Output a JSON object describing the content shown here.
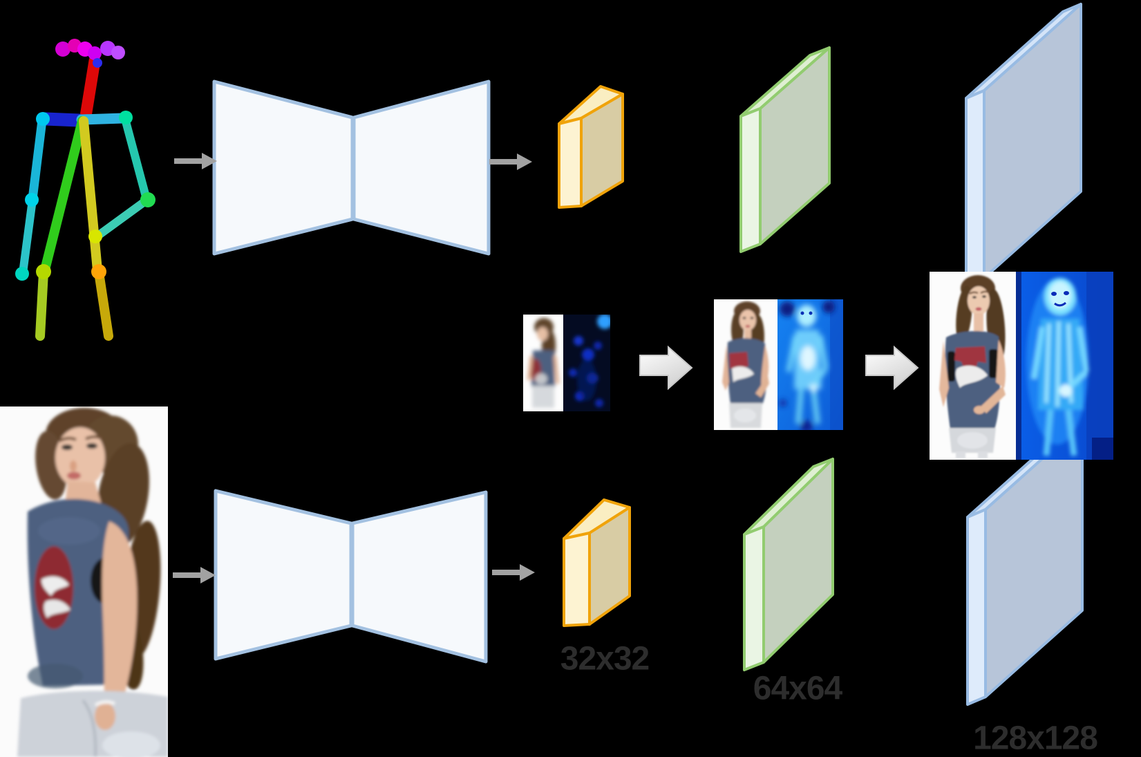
{
  "figure": {
    "background_color": "#000000",
    "stages": [
      {
        "label": "32x32",
        "feature_map_color": "#f0a30a"
      },
      {
        "label": "64x64",
        "feature_map_color": "#92cc70"
      },
      {
        "label": "128x128",
        "feature_map_color": "#98bbe3"
      }
    ],
    "palette": {
      "network_fill": "#f6f9fc",
      "network_stroke": "#a3c1e1",
      "arrow_gray": "#a2a2a2",
      "block_arrow_fill": "#f0f0f0",
      "label_text_color": "#2d2d2d",
      "heatmap_blue": "#1470ee",
      "heatmap_dark_navy": "#071a80",
      "heatmap_glow_cyan": "#7ee2ff",
      "photo_background": "#fbfbfb"
    },
    "components": [
      "pose-skeleton-input-image",
      "person-photo-input-image",
      "encoder-decoder-network-top",
      "encoder-decoder-network-bottom",
      "feature-map-32-top",
      "feature-map-32-bottom",
      "feature-map-64-top",
      "feature-map-64-bottom",
      "feature-map-128-top",
      "feature-map-128-bottom",
      "generated-image-pair-32",
      "generated-image-pair-64",
      "generated-image-pair-128"
    ]
  }
}
